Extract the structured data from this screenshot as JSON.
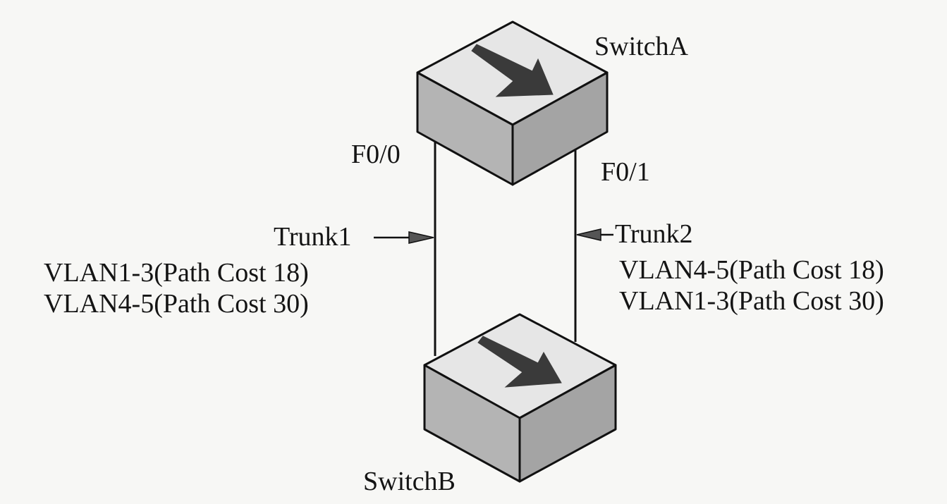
{
  "diagram": {
    "title": "",
    "type": "network-topology",
    "nodes": [
      {
        "id": "switchA",
        "label": "SwitchA",
        "kind": "switch"
      },
      {
        "id": "switchB",
        "label": "SwitchB",
        "kind": "switch"
      }
    ],
    "links": [
      {
        "id": "trunk1",
        "label": "Trunk1",
        "from": "switchA",
        "to": "switchB",
        "port": "F0/0",
        "vlan_costs": [
          {
            "text": "VLAN1-3(Path Cost 18)",
            "vlans": "1-3",
            "path_cost": 18
          },
          {
            "text": "VLAN4-5(Path Cost 30)",
            "vlans": "4-5",
            "path_cost": 30
          }
        ]
      },
      {
        "id": "trunk2",
        "label": "Trunk2",
        "from": "switchA",
        "to": "switchB",
        "port": "F0/1",
        "vlan_costs": [
          {
            "text": "VLAN4-5(Path Cost 18)",
            "vlans": "4-5",
            "path_cost": 18
          },
          {
            "text": "VLAN1-3(Path Cost 30)",
            "vlans": "1-3",
            "path_cost": 30
          }
        ]
      }
    ]
  },
  "colors": {
    "background": "#f7f7f5",
    "switch_top": "#e6e6e6",
    "switch_left": "#b4b4b4",
    "switch_right": "#a4a4a4",
    "switch_arrow": "#3a3a3a",
    "line": "#111111"
  }
}
